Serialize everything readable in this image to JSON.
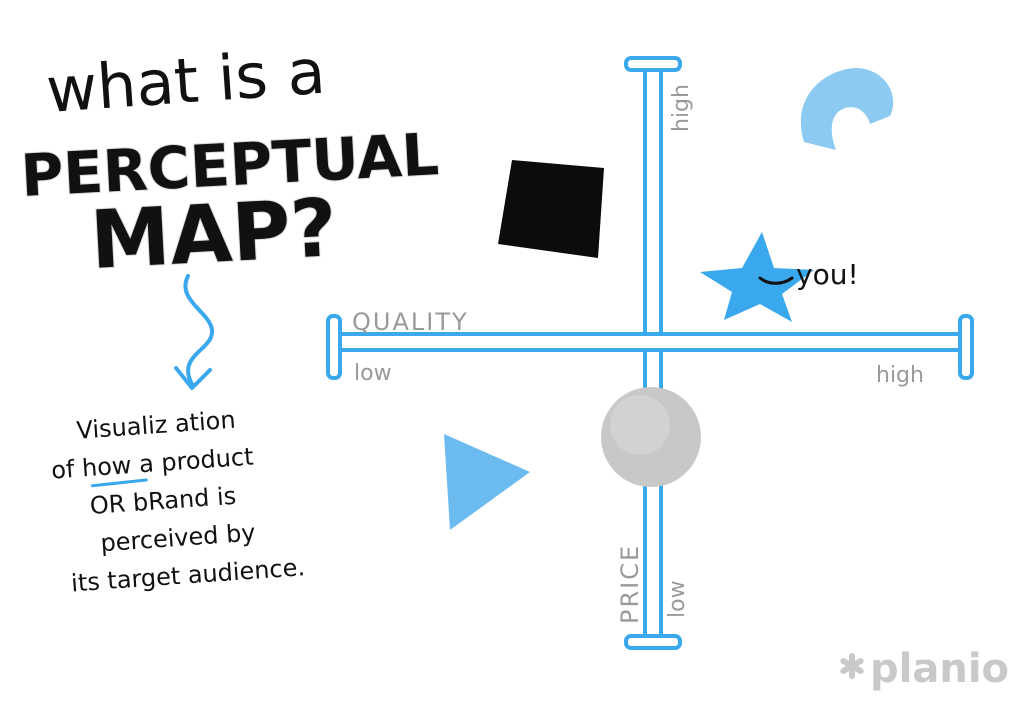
{
  "title": {
    "line1": "what is a",
    "line2": "PERCEPTUAL",
    "line3": "MAP?"
  },
  "description": {
    "line1": "Visualiz ation",
    "line2_pre": "of ",
    "line2_emph": "how",
    "line2_post": " a product",
    "line3": "OR bRand is",
    "line4": "perceived by",
    "line5": "its target audience."
  },
  "axes": {
    "quality": {
      "title": "QUALITY",
      "low": "low",
      "high": "high"
    },
    "price": {
      "title": "PRICE",
      "low": "low",
      "high": "high"
    }
  },
  "markers": {
    "you_label": "you!"
  },
  "logo": {
    "text": "planio"
  },
  "colors": {
    "accent_blue": "#3aa8ec",
    "light_blue": "#7ec4f2",
    "ink": "#111111",
    "gray_label": "#9a9a9a",
    "circle_gray": "#c8c8c8",
    "logo_gray": "#c9c9c9"
  },
  "icons": {
    "arrow": "down-arrow-icon",
    "logo_mark": "asterisk-icon"
  }
}
